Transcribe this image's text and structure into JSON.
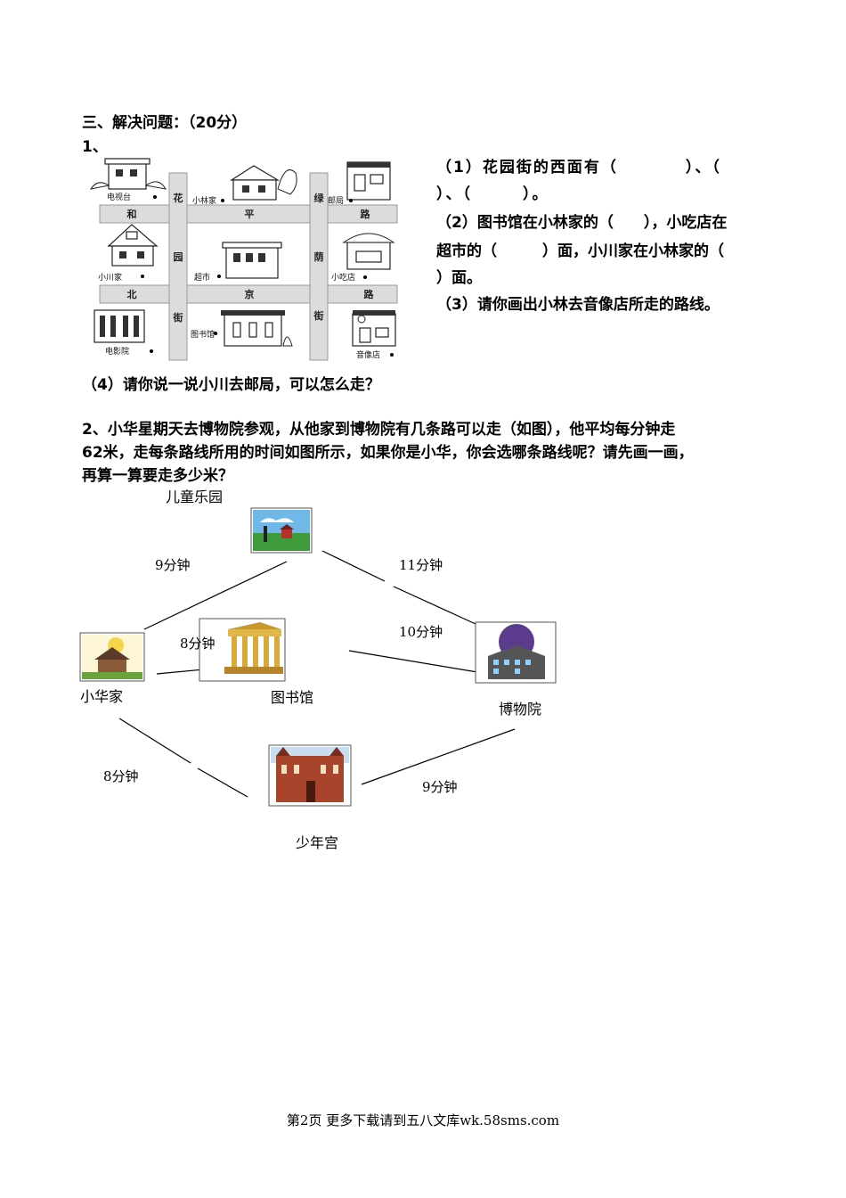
{
  "section_title": "三、解决问题：（20分）",
  "q1": {
    "number": "1、",
    "map": {
      "roads": {
        "top": [
          "和",
          "平",
          "路"
        ],
        "bottom": [
          "北",
          "京",
          "路"
        ],
        "left": [
          "花",
          "园",
          "街"
        ],
        "right": [
          "绿",
          "荫",
          "街"
        ]
      },
      "buildings": {
        "tv_station": "电视台",
        "xiaolin_home": "小林家",
        "post_office": "邮局",
        "xiaochuan_home": "小川家",
        "supermarket": "超市",
        "snack_shop": "小吃店",
        "cinema": "电影院",
        "library": "图书馆",
        "video_store": "音像店"
      }
    },
    "part1_line1": "（1）花园街的西面有（　　　　）、（",
    "part1_line2": "）、（　　　）。",
    "part2_line1": "（2）图书馆在小林家的（　　），小吃店在",
    "part2_line2": "超市的（　　　）面，小川家在小林家的（",
    "part2_line3": "）面。",
    "part3": "（3）请你画出小林去音像店所走的路线。",
    "part4": "（4）请你说一说小川去邮局，可以怎么走？"
  },
  "q2": {
    "line1": "2、小华星期天去博物院参观，从他家到博物院有几条路可以走（如图），他平均每分钟走",
    "line2": "62米，走每条路线所用的时间如图所示，如果你是小华，你会选哪条路线呢？请先画一画，",
    "line3": "再算一算要走多少米？",
    "places": {
      "playground": "儿童乐园",
      "home": "小华家",
      "library": "图书馆",
      "museum": "博物院",
      "youth_palace": "少年宫"
    },
    "times": {
      "home_playground": "9分钟",
      "playground_museum": "11分钟",
      "home_library": "8分钟",
      "library_museum": "10分钟",
      "home_palace": "8分钟",
      "palace_museum": "9分钟"
    }
  },
  "footer": "第2页 更多下载请到五八文库wk.58sms.com"
}
